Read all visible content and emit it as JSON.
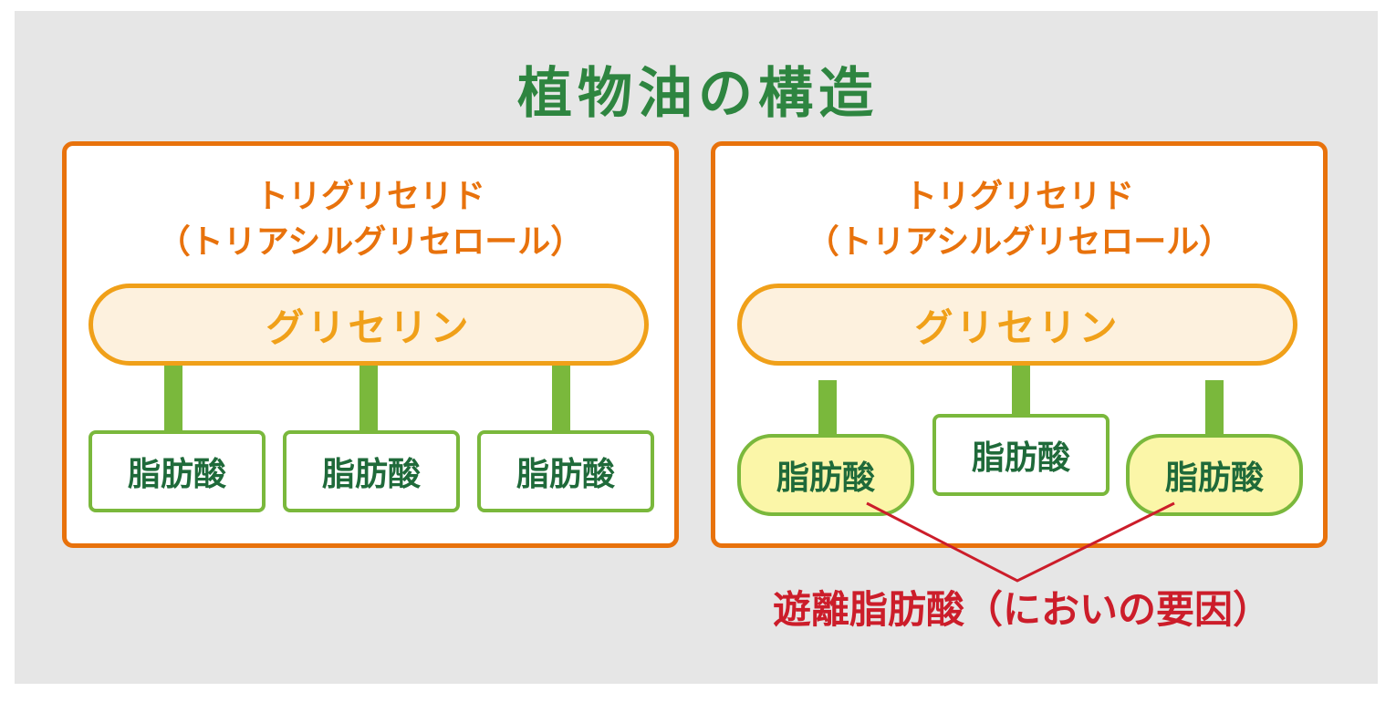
{
  "title": "植物油の構造",
  "diagrams": [
    {
      "triglyceride_line1": "トリグリセリド",
      "triglyceride_line2": "（トリアシルグリセロール）",
      "glycerin": "グリセリン",
      "fatty_acids": [
        "脂肪酸",
        "脂肪酸",
        "脂肪酸"
      ]
    },
    {
      "triglyceride_line1": "トリグリセリド",
      "triglyceride_line2": "（トリアシルグリセロール）",
      "glycerin": "グリセリン",
      "fatty_acids": [
        "脂肪酸",
        "脂肪酸",
        "脂肪酸"
      ]
    }
  ],
  "free_fatty_acid_label": "遊離脂肪酸（においの要因）",
  "colors": {
    "title": "#2e8540",
    "box_border": "#e8720c",
    "glycerin": "#f0a019",
    "glycerin_fill": "#fdf1de",
    "connector": "#7ab83c",
    "fatty_acid_text": "#1f6a3a",
    "free_fatty_acid_fill": "#fbf6a8",
    "free_label": "#cc1d2a",
    "background": "#e6e6e6"
  }
}
